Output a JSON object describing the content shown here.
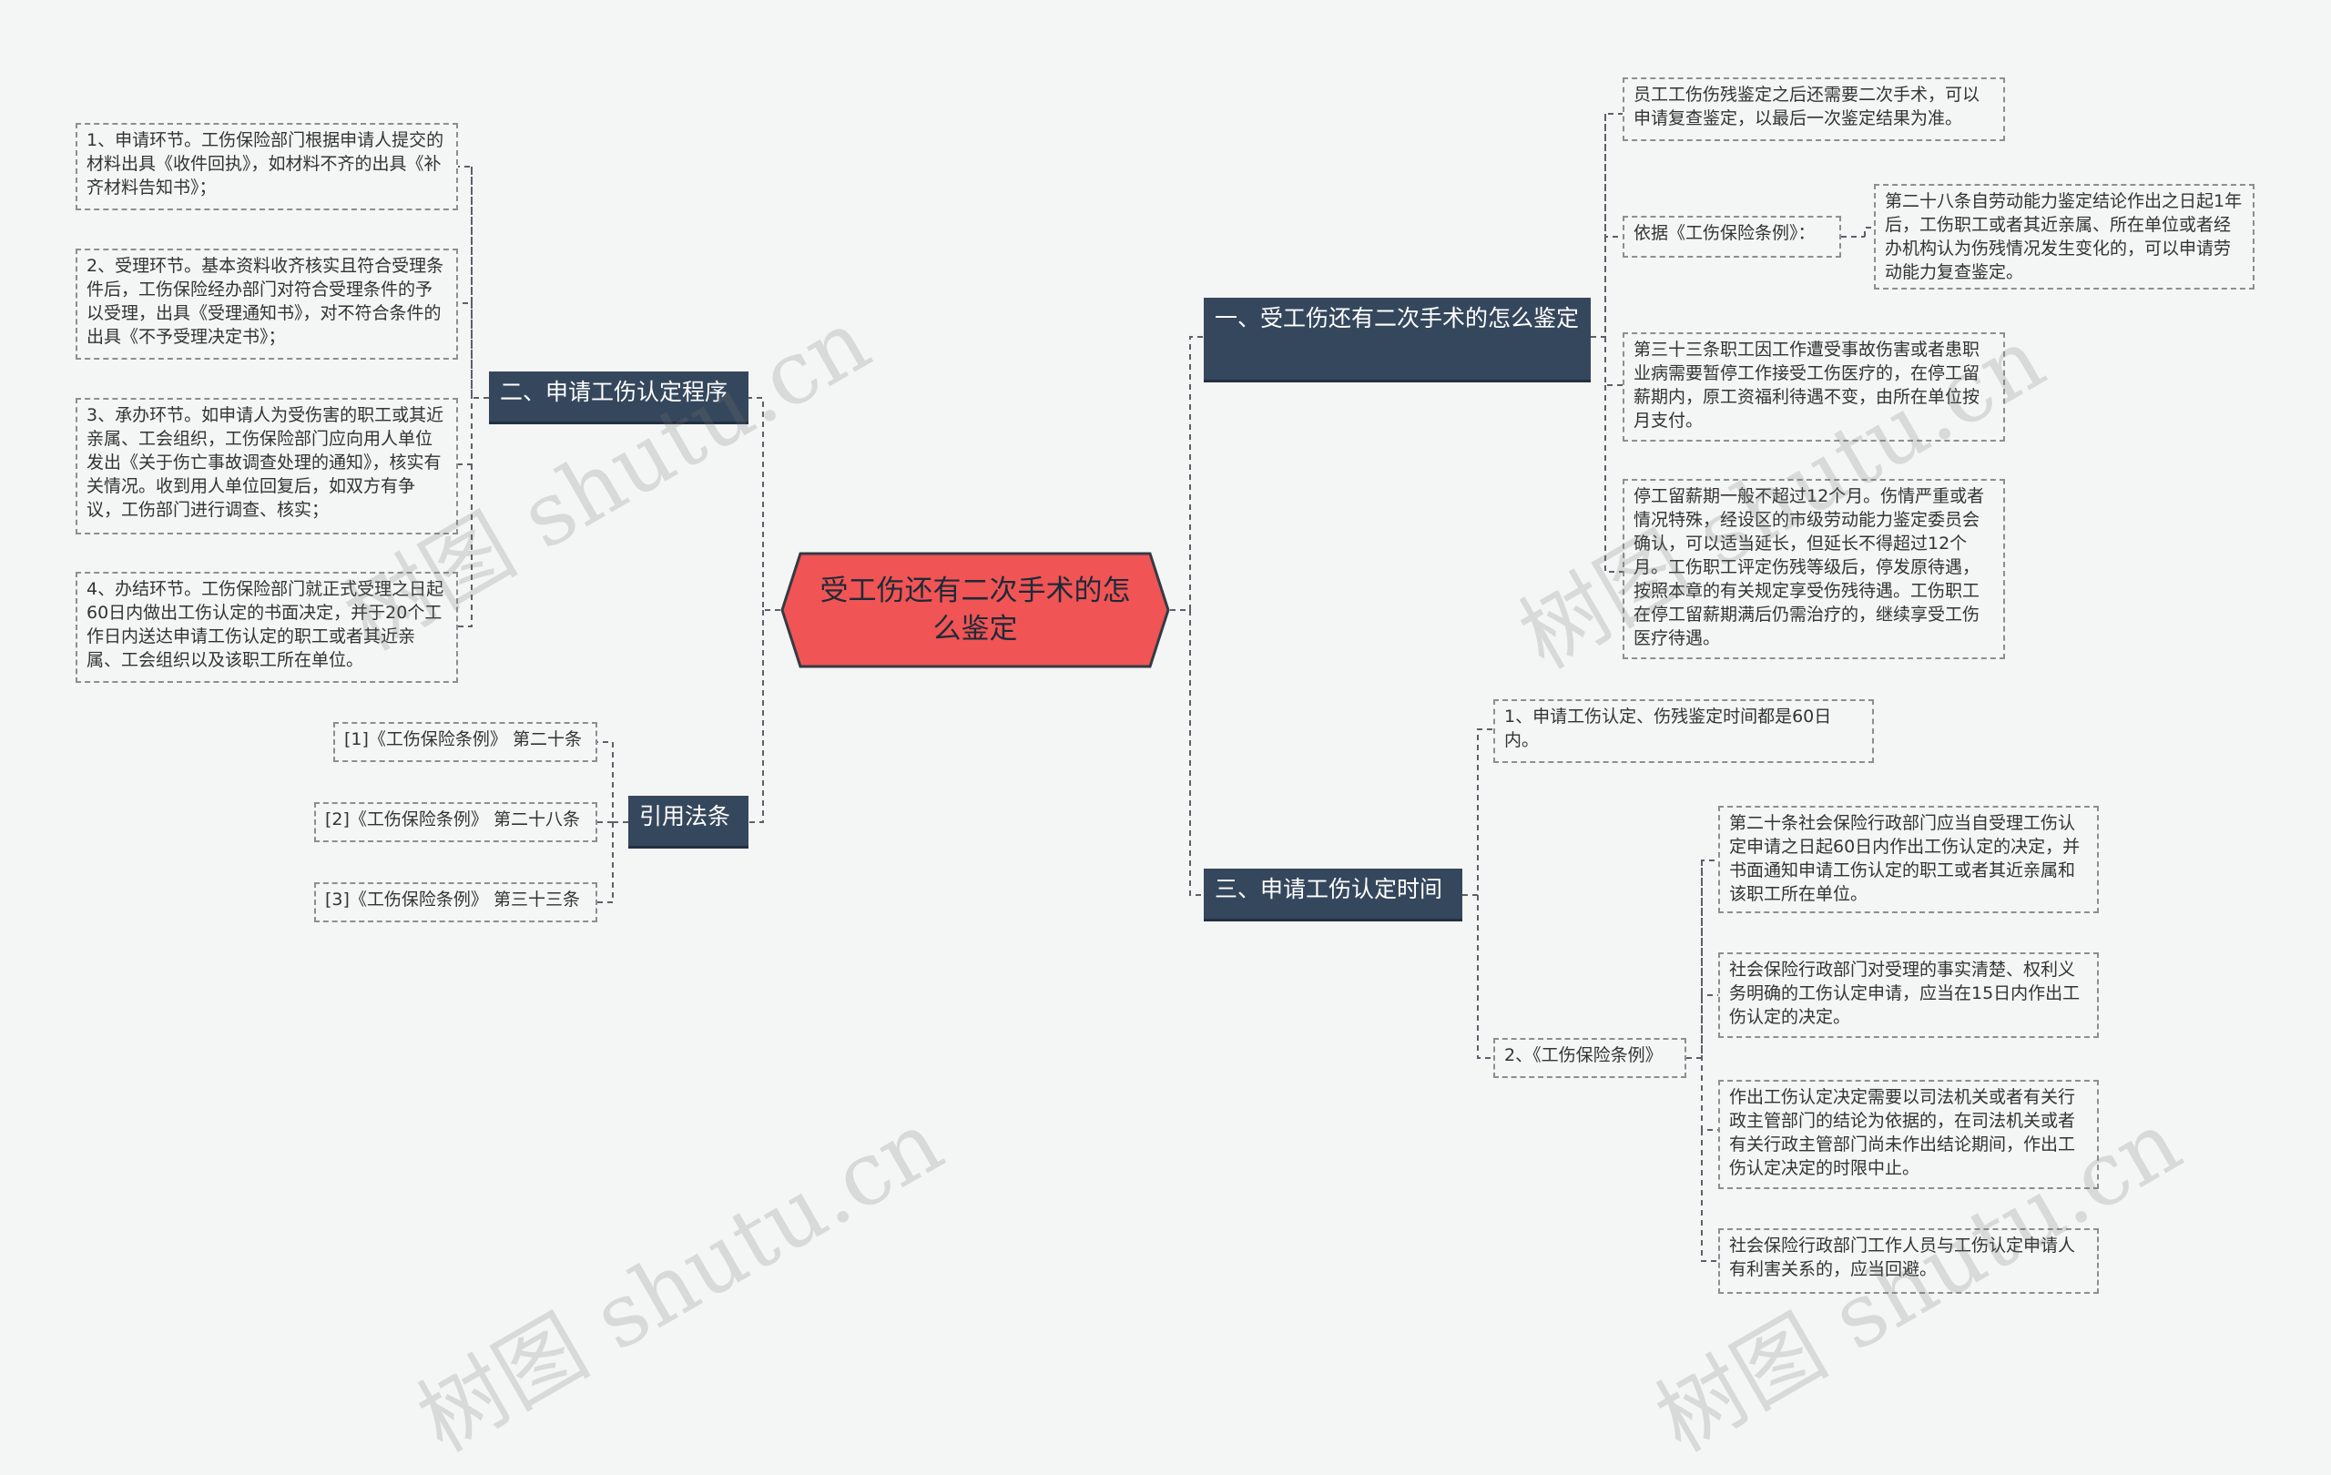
{
  "center": {
    "title": "受工伤还有二次手术的怎么鉴定"
  },
  "branches": {
    "b1": "一、受工伤还有二次手术的怎么鉴定",
    "b2": "二、申请工伤认定程序",
    "b3": "三、申请工伤认定时间",
    "b4": "引用法条"
  },
  "b1": {
    "l1": "员工工伤伤残鉴定之后还需要二次手术，可以申请复查鉴定，以最后一次鉴定结果为准。",
    "l2": "依据《工伤保险条例》：",
    "l2a": "第二十八条自劳动能力鉴定结论作出之日起1年后，工伤职工或者其近亲属、所在单位或者经办机构认为伤残情况发生变化的，可以申请劳动能力复查鉴定。",
    "l3": "第三十三条职工因工作遭受事故伤害或者患职业病需要暂停工作接受工伤医疗的，在停工留薪期内，原工资福利待遇不变，由所在单位按月支付。",
    "l4": "停工留薪期一般不超过12个月。伤情严重或者情况特殊，经设区的市级劳动能力鉴定委员会确认，可以适当延长，但延长不得超过12个月。工伤职工评定伤残等级后，停发原待遇，按照本章的有关规定享受伤残待遇。工伤职工在停工留薪期满后仍需治疗的，继续享受工伤医疗待遇。"
  },
  "b2": {
    "l1": "1、申请环节。工伤保险部门根据申请人提交的材料出具《收件回执》，如材料不齐的出具《补齐材料告知书》；",
    "l2": "2、受理环节。基本资料收齐核实且符合受理条件后，工伤保险经办部门对符合受理条件的予以受理，出具《受理通知书》，对不符合条件的出具《不予受理决定书》；",
    "l3": "3、承办环节。如申请人为受伤害的职工或其近亲属、工会组织，工伤保险部门应向用人单位发出《关于伤亡事故调查处理的通知》，核实有关情况。收到用人单位回复后，如双方有争议，工伤部门进行调查、核实；",
    "l4": "4、办结环节。工伤保险部门就正式受理之日起60日内做出工伤认定的书面决定，并于20个工作日内送达申请工伤认定的职工或者其近亲属、工会组织以及该职工所在单位。"
  },
  "b3": {
    "l1": "1、申请工伤认定、伤残鉴定时间都是60日内。",
    "l2": "2、《工伤保险条例》",
    "l2a": "第二十条社会保险行政部门应当自受理工伤认定申请之日起60日内作出工伤认定的决定，并书面通知申请工伤认定的职工或者其近亲属和该职工所在单位。",
    "l2b": "社会保险行政部门对受理的事实清楚、权利义务明确的工伤认定申请，应当在15日内作出工伤认定的决定。",
    "l2c": "作出工伤认定决定需要以司法机关或者有关行政主管部门的结论为依据的，在司法机关或者有关行政主管部门尚未作出结论期间，作出工伤认定决定的时限中止。",
    "l2d": "社会保险行政部门工作人员与工伤认定申请人有利害关系的，应当回避。"
  },
  "b4": {
    "l1": "[1]《工伤保险条例》 第二十条",
    "l2": "[2]《工伤保险条例》 第二十八条",
    "l3": "[3]《工伤保险条例》 第三十三条"
  },
  "watermark": "树图 shutu.cn",
  "colors": {
    "center_fill": "#f05454",
    "branch_fill": "#35475c",
    "line": "#5a6168",
    "leaf_border": "#8a8f93"
  }
}
